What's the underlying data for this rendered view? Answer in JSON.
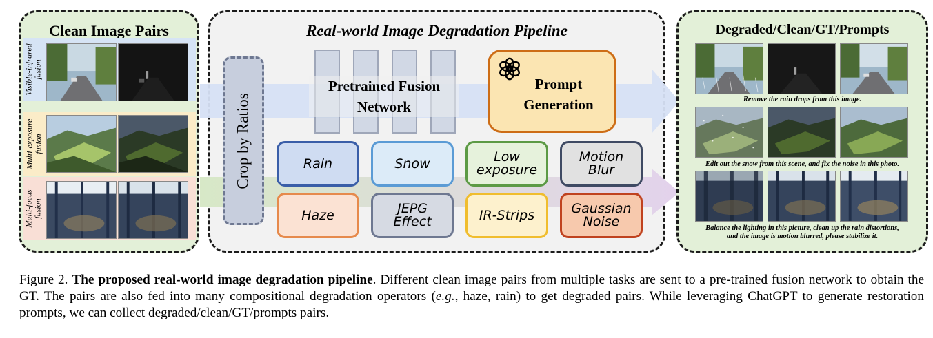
{
  "left_panel": {
    "title": "Clean Image Pairs",
    "rows": [
      {
        "label_line1": "Visible-infrared",
        "label_line2": "fusion",
        "band_color": "#d6e4f5"
      },
      {
        "label_line1": "Multi-exposure",
        "label_line2": "fusion",
        "band_color": "#fbecc8"
      },
      {
        "label_line1": "Multi-focus",
        "label_line2": "fusion",
        "band_color": "#f9dfd6"
      }
    ]
  },
  "middle_panel": {
    "title": "Real-world Image Degradation Pipeline",
    "crop_label": "Crop by Ratios",
    "fusion_network_line1": "Pretrained Fusion",
    "fusion_network_line2": "Network",
    "prompt_line1": "Prompt",
    "prompt_line2": "Generation",
    "operators": [
      {
        "line1": "Rain",
        "line2": "",
        "border": "#3a5ea8",
        "fill": "#cfdcf2"
      },
      {
        "line1": "Snow",
        "line2": "",
        "border": "#5b9bd5",
        "fill": "#dcebf8"
      },
      {
        "line1": "Low",
        "line2": "exposure",
        "border": "#5c9a45",
        "fill": "#e6f2dc"
      },
      {
        "line1": "Motion",
        "line2": "Blur",
        "border": "#3f4a63",
        "fill": "#e1e1e1"
      },
      {
        "line1": "Haze",
        "line2": "",
        "border": "#e68a4c",
        "fill": "#fbe2d3"
      },
      {
        "line1": "JEPG",
        "line2": "Effect",
        "border": "#6e7891",
        "fill": "#d6dae3"
      },
      {
        "line1": "IR-Strips",
        "line2": "",
        "border": "#f0bd2e",
        "fill": "#fdf1cd"
      },
      {
        "line1": "Gaussian",
        "line2": "Noise",
        "border": "#c0421f",
        "fill": "#f7c9ad"
      }
    ]
  },
  "right_panel": {
    "title": "Degraded/Clean/GT/Prompts",
    "captions": [
      {
        "line1": "Remove the rain drops from this image.",
        "line2": ""
      },
      {
        "line1": "Edit out the snow from this scene, and fix the noise in this photo.",
        "line2": ""
      },
      {
        "line1": "Balance the lighting in this picture, clean up the rain distortions,",
        "line2": "and the image is motion blurred, please stabilize it."
      }
    ]
  },
  "figure_caption": {
    "prefix": "Figure 2. ",
    "bold": "The proposed real-world image degradation pipeline",
    "mid": ". Different clean image pairs from multiple tasks are sent to a pre-trained fusion network to obtain the GT. The pairs are also fed into many compositional degradation operators (",
    "eg": "e.g.",
    "rest": ", haze, rain) to get degraded pairs. While leveraging ChatGPT to generate restoration prompts, we can collect degraded/clean/GT/prompts pairs."
  },
  "colors": {
    "arrow_blue": "#d6e0f4",
    "arrow_green_purple": "#dfe6cf",
    "panel_green": "#e3f0d8",
    "panel_gray": "#f2f2f2"
  },
  "icons": [
    "chatgpt-logo-icon"
  ]
}
